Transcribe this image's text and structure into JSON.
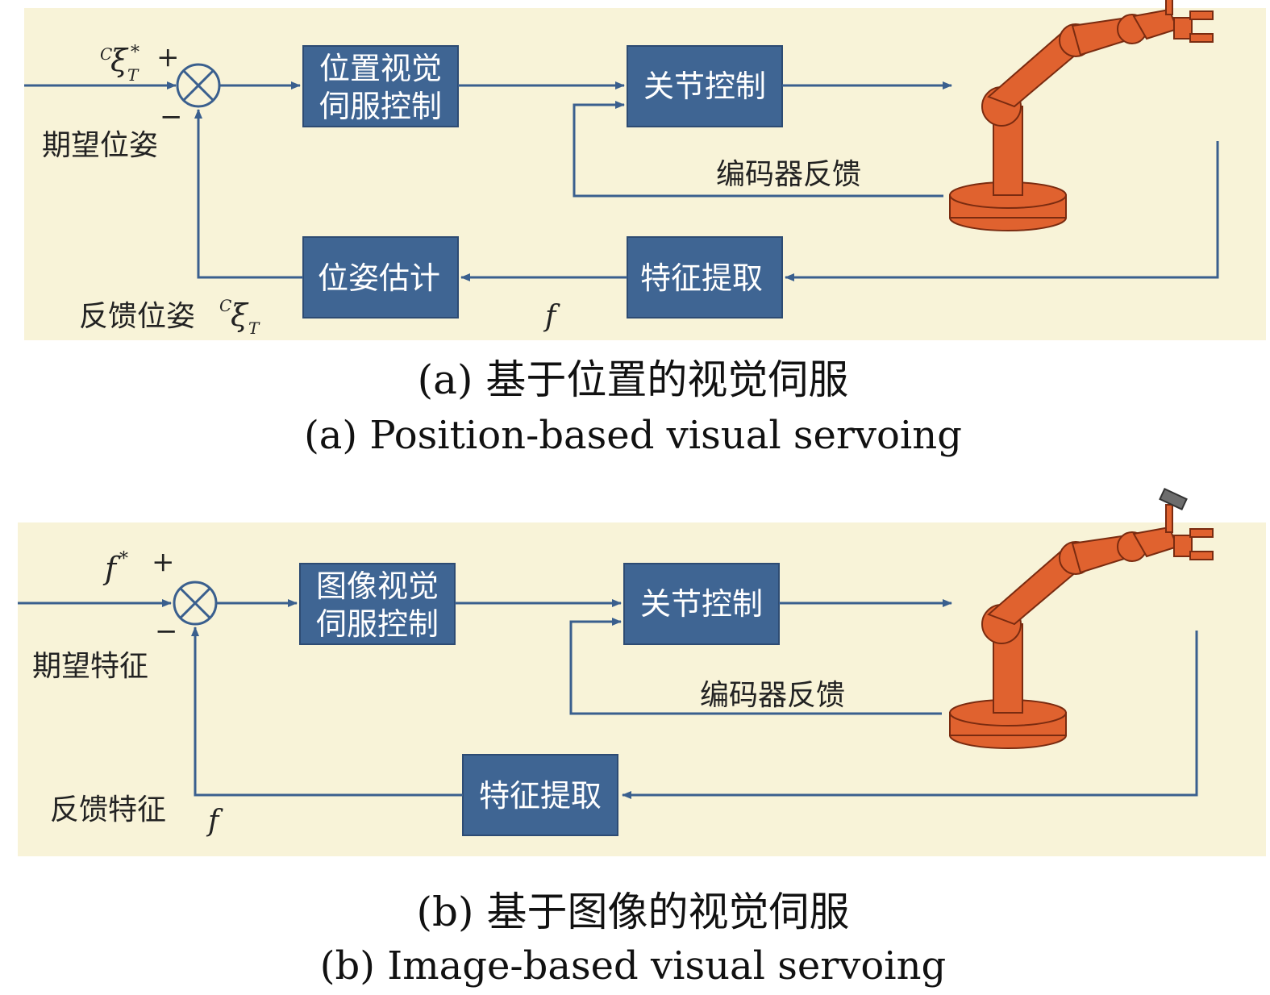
{
  "colors": {
    "panel_bg": "#f8f3d8",
    "block_fill": "#3f6593",
    "block_border": "#2d4b73",
    "line": "#3a5f8e",
    "robot": "#e0622f",
    "robot_dark": "#7a2b10",
    "tool": "#6d6d6d"
  },
  "panel_a": {
    "blocks": {
      "controller_line1": "位置视觉",
      "controller_line2": "伺服控制",
      "joint_control": "关节控制",
      "pose_estimation": "位姿估计",
      "feature_extraction": "特征提取"
    },
    "labels": {
      "ref_symbol": "ξ",
      "ref_pre_sup": "C",
      "ref_sub": "T",
      "ref_sup": "*",
      "plus": "+",
      "minus": "−",
      "desired": "期望位姿",
      "encoder_feedback": "编码器反馈",
      "feedback_text": "反馈位姿",
      "fb_pre_sup": "C",
      "fb_symbol": "ξ",
      "fb_sub": "T",
      "f_label": "f"
    },
    "caption_cn": "(a) 基于位置的视觉伺服",
    "caption_en": "(a) Position-based visual servoing"
  },
  "panel_b": {
    "blocks": {
      "controller_line1": "图像视觉",
      "controller_line2": "伺服控制",
      "joint_control": "关节控制",
      "feature_extraction": "特征提取"
    },
    "labels": {
      "ref_symbol": "f",
      "ref_sup": "*",
      "plus": "+",
      "minus": "−",
      "desired": "期望特征",
      "encoder_feedback": "编码器反馈",
      "feedback_text": "反馈特征",
      "f_label": "f"
    },
    "caption_cn": "(b) 基于图像的视觉伺服",
    "caption_en": "(b) Image-based visual servoing"
  }
}
